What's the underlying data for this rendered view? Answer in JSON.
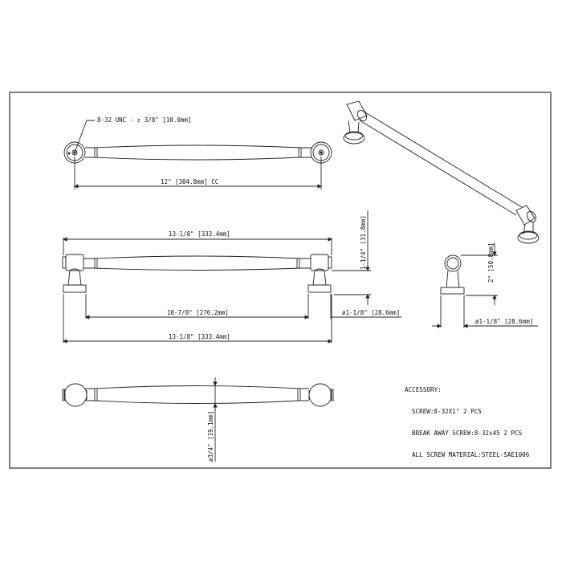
{
  "title_block": {
    "frame_color": "#808080"
  },
  "top_view": {
    "thread_callout": "8-32 UNC - ↧ 3/8\" [10.0mm]",
    "center_to_center": "12\" [304.8mm] CC"
  },
  "front_view": {
    "overall_length_top": "13-1/8\" [333.4mm]",
    "inner_span": "10-7/8\" [276.2mm]",
    "overall_length_bottom": "13-1/8\" [333.4mm]",
    "projection": "1-1/4\" [31.8mm]",
    "base_diameter": "ø1-1/8\" [28.6mm]"
  },
  "side_view": {
    "height": "2\" [50.8mm]",
    "base_diameter": "ø1-1/8\" [28.6mm]"
  },
  "bottom_view": {
    "bar_diameter": "ø3/4\" [19.1mm]"
  },
  "accessory_note": {
    "heading": "ACCESSORY:",
    "lines": [
      "SCREW:8-32X1\" 2 PCS",
      "BREAK AWAY SCREW:8-32x45 2 PCS",
      "ALL SCREW MATERIAL:STEEL-SAE1006"
    ]
  }
}
